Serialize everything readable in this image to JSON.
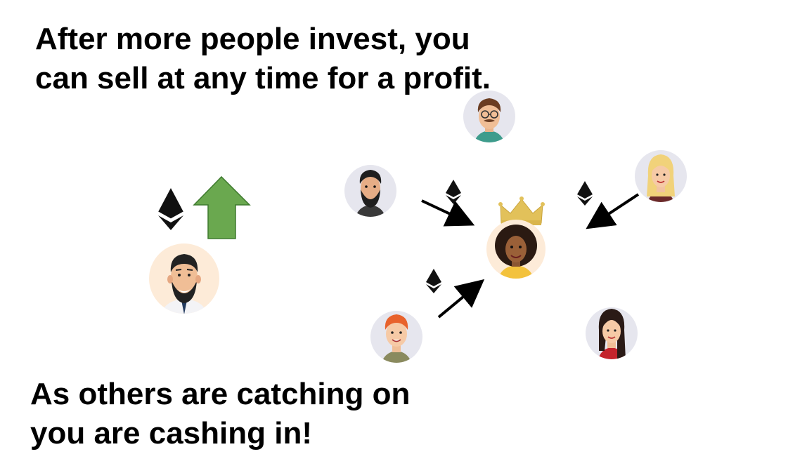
{
  "top_caption": {
    "line1": "After more people invest, you",
    "line2": "can sell at any time for a profit."
  },
  "bottom_caption": {
    "line1": "As others are catching on",
    "line2": "you are cashing in!"
  },
  "colors": {
    "text": "#000000",
    "up_arrow_fill": "#6aa84f",
    "up_arrow_stroke": "#3e7a2e",
    "avatar_bg_light": "#e6e6ee",
    "avatar_bg_peach": "#fdebd8",
    "crown": "#e2c15a",
    "arrow": "#000000",
    "eth_icon": "#111111"
  },
  "icons": {
    "currency": "ethereum-icon",
    "trend": "green-up-arrow-icon",
    "status": "crown-icon"
  }
}
